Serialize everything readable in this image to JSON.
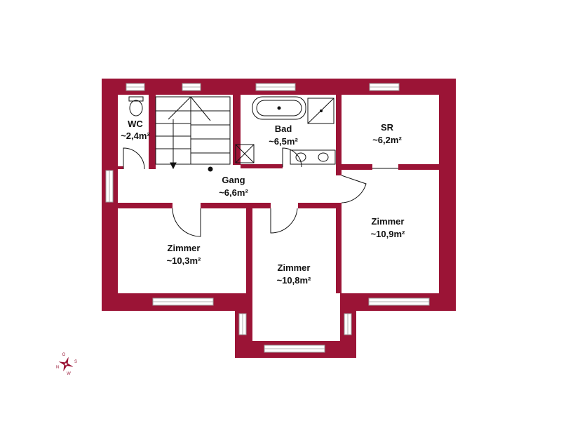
{
  "colors": {
    "wall": "#9b1436",
    "floor": "#ffffff",
    "line": "#111111",
    "window": "#9a9a9a"
  },
  "rooms": {
    "wc": {
      "name": "WC",
      "area": "~2,4m²"
    },
    "bad": {
      "name": "Bad",
      "area": "~6,5m²"
    },
    "sr": {
      "name": "SR",
      "area": "~6,2m²"
    },
    "gang": {
      "name": "Gang",
      "area": "~6,6m²"
    },
    "zimmer1": {
      "name": "Zimmer",
      "area": "~10,3m²"
    },
    "zimmer2": {
      "name": "Zimmer",
      "area": "~10,8m²"
    },
    "zimmer3": {
      "name": "Zimmer",
      "area": "~10,9m²"
    }
  },
  "compass": {
    "n": "N",
    "o": "O",
    "s": "S",
    "w": "W"
  },
  "icons": [
    "toilet-icon",
    "bathtub-icon",
    "shower-icon",
    "sink-icon",
    "stair-icon",
    "compass-icon"
  ]
}
